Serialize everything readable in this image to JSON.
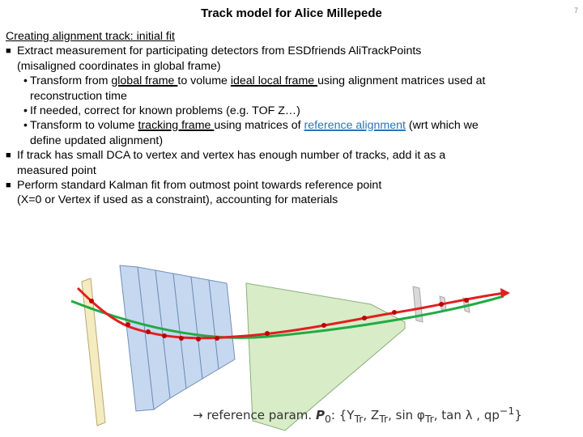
{
  "slide": {
    "title": "Track model for Alice Millepede",
    "page_number": "7",
    "heading": "Creating alignment track: initial fit",
    "bullet1": {
      "line1": "Extract measurement for participating detectors from ESDfriends AliTrackPoints",
      "line2": "(misaligned coordinates in global frame)"
    },
    "sub1": {
      "t1": "Transform from ",
      "u1": "global frame ",
      "t2": "to volume ",
      "u2": "ideal local frame ",
      "t3": "using alignment matrices used at",
      "line2": "reconstruction time"
    },
    "sub2": "If needed, correct for known problems (e.g. TOF Z…)",
    "sub3": {
      "t1": "Transform to volume ",
      "u1": "tracking frame ",
      "t2": "using matrices of ",
      "link": "reference alignment",
      "t3": " (wrt which we",
      "line2": "define updated alignment)"
    },
    "bullet2": {
      "line1": "If track has small DCA to vertex and vertex has enough number of tracks, add it as a",
      "line2": "measured point"
    },
    "bullet3": {
      "line1": "Perform standard Kalman fit from outmost point towards reference point",
      "line2": "(X=0 or Vertex if used as a constraint), accounting for materials"
    },
    "formula": {
      "prefix": "→ reference param. ",
      "symbol": "P",
      "sub": "0",
      "body": ": {Y",
      "rest": ", Z",
      "rest2": ", sin φ",
      "rest3": ", tan λ , qp",
      "sup": "−1",
      "tr": "Tr",
      "close": "}"
    }
  },
  "colors": {
    "link": "#2e75b6",
    "fit_curve": "#e02020",
    "reference_curve": "#22aa44",
    "detector_fill": "#c6d8f0",
    "tpc_fill": "#d8ecc8",
    "plane_fill": "#f5ebc0"
  }
}
